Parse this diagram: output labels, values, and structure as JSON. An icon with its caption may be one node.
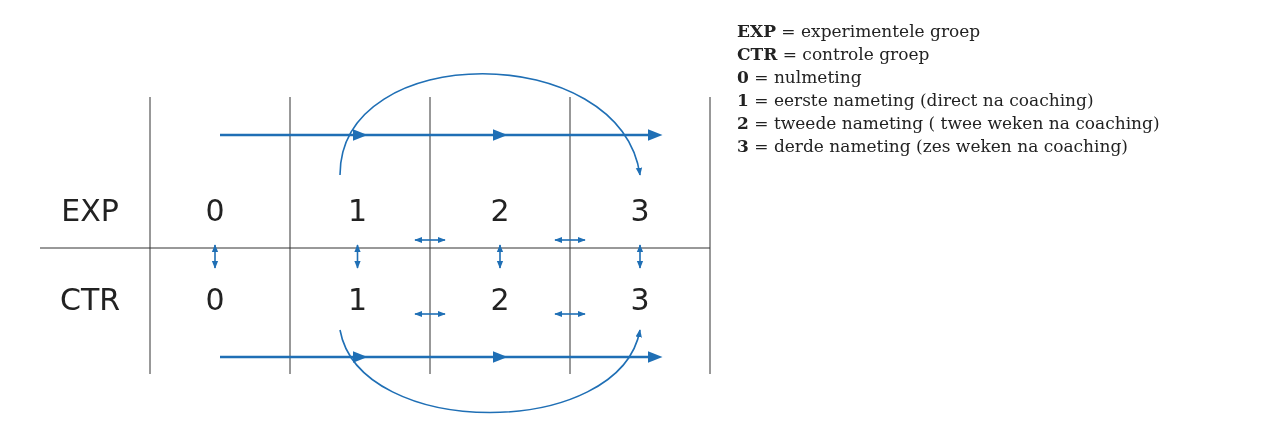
{
  "diagram": {
    "nodes": [
      {
        "text": [
          "EXP"
        ]
      },
      {
        "text": [
          "0"
        ]
      },
      {
        "text": [
          "1"
        ]
      },
      {
        "text": [
          "2"
        ]
      },
      {
        "text": [
          "3"
        ]
      },
      {
        "text": [
          "CTR"
        ]
      },
      {
        "text": [
          "0"
        ]
      },
      {
        "text": [
          "1"
        ]
      },
      {
        "text": [
          "2"
        ]
      },
      {
        "text": [
          "3"
        ]
      }
    ],
    "edges": [
      {
        "from": 1,
        "to": 6,
        "arrow": "both"
      },
      {
        "from": 2,
        "to": 7,
        "arrow": "both"
      },
      {
        "from": 3,
        "to": 8,
        "arrow": "both"
      },
      {
        "from": 4,
        "to": 9,
        "arrow": "both"
      },
      {
        "from": 2,
        "to": 3,
        "arrow": "both"
      },
      {
        "from": 3,
        "to": 4,
        "arrow": "both"
      },
      {
        "from": 7,
        "to": 8,
        "arrow": "both"
      },
      {
        "from": 8,
        "to": 9,
        "arrow": "both"
      },
      {
        "from": 2,
        "to": 4,
        "arrow": "to"
      },
      {
        "from": 7,
        "to": 9,
        "arrow": "to"
      }
    ],
    "labels": [
      "**EXP** = experimentele groep",
      "**CTR** = controle groep",
      "**0** = nulmeting",
      "**1** = eerste nameting (direct na coaching)",
      "**2** = tweede nameting ( twee weken na coaching)",
      "**3** = derde nameting (zes weken na coaching)"
    ]
  }
}
